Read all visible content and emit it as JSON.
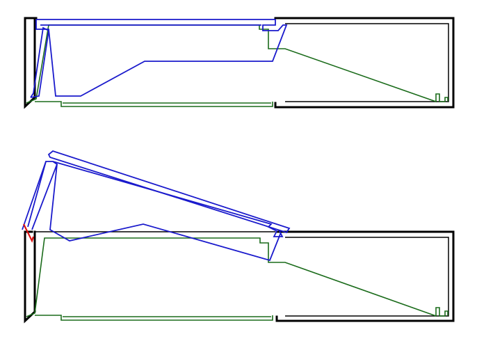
{
  "diagram": {
    "views": [
      {
        "id": "closed",
        "state": "mechanism-folded"
      },
      {
        "id": "open",
        "state": "mechanism-raised"
      }
    ],
    "colors": {
      "frame": "#000000",
      "base_link": "#1a6b1a",
      "moving_link": "#1a1acc",
      "pivot_marker": "#dd1111"
    }
  }
}
